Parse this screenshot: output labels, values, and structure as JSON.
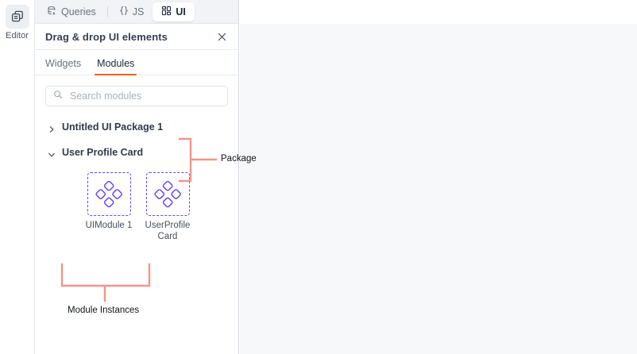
{
  "rail": {
    "items": [
      {
        "label": "Editor",
        "icon": "editor-pages-icon",
        "active": true
      }
    ]
  },
  "tabstrip": {
    "tabs": [
      {
        "label": "Queries",
        "icon": "database-query-icon",
        "active": false
      },
      {
        "label": "JS",
        "icon": "braces-icon",
        "active": false
      },
      {
        "label": "UI",
        "icon": "ui-grid-icon",
        "active": true
      }
    ]
  },
  "panel": {
    "title": "Drag & drop UI elements",
    "close_icon": "close-icon",
    "subtabs": [
      {
        "label": "Widgets",
        "active": false
      },
      {
        "label": "Modules",
        "active": true
      }
    ],
    "search": {
      "placeholder": "Search modules",
      "value": "",
      "icon": "search-icon"
    },
    "tree": [
      {
        "label": "Untitled UI Package 1",
        "expanded": false,
        "chevron": "chevron-right-icon"
      },
      {
        "label": "User Profile Card",
        "expanded": true,
        "chevron": "chevron-down-icon"
      }
    ],
    "modules": [
      {
        "label": "UIModule 1",
        "icon": "module-diamonds-icon"
      },
      {
        "label": "UserProfileCard",
        "icon": "module-diamonds-icon"
      }
    ]
  },
  "annotations": [
    {
      "id": "package",
      "label": "Package"
    },
    {
      "id": "module-instances",
      "label": "Module Instances"
    }
  ],
  "colors": {
    "accent_orange": "#e8601c",
    "module_purple": "#6b46f5",
    "annotation_salmon": "#f3948c",
    "panel_border": "#d7dde5",
    "canvas_bg": "#f7f8fa",
    "tabstrip_bg": "#f1f3f6",
    "text_primary": "#2f3a47",
    "text_muted": "#6b7280"
  }
}
